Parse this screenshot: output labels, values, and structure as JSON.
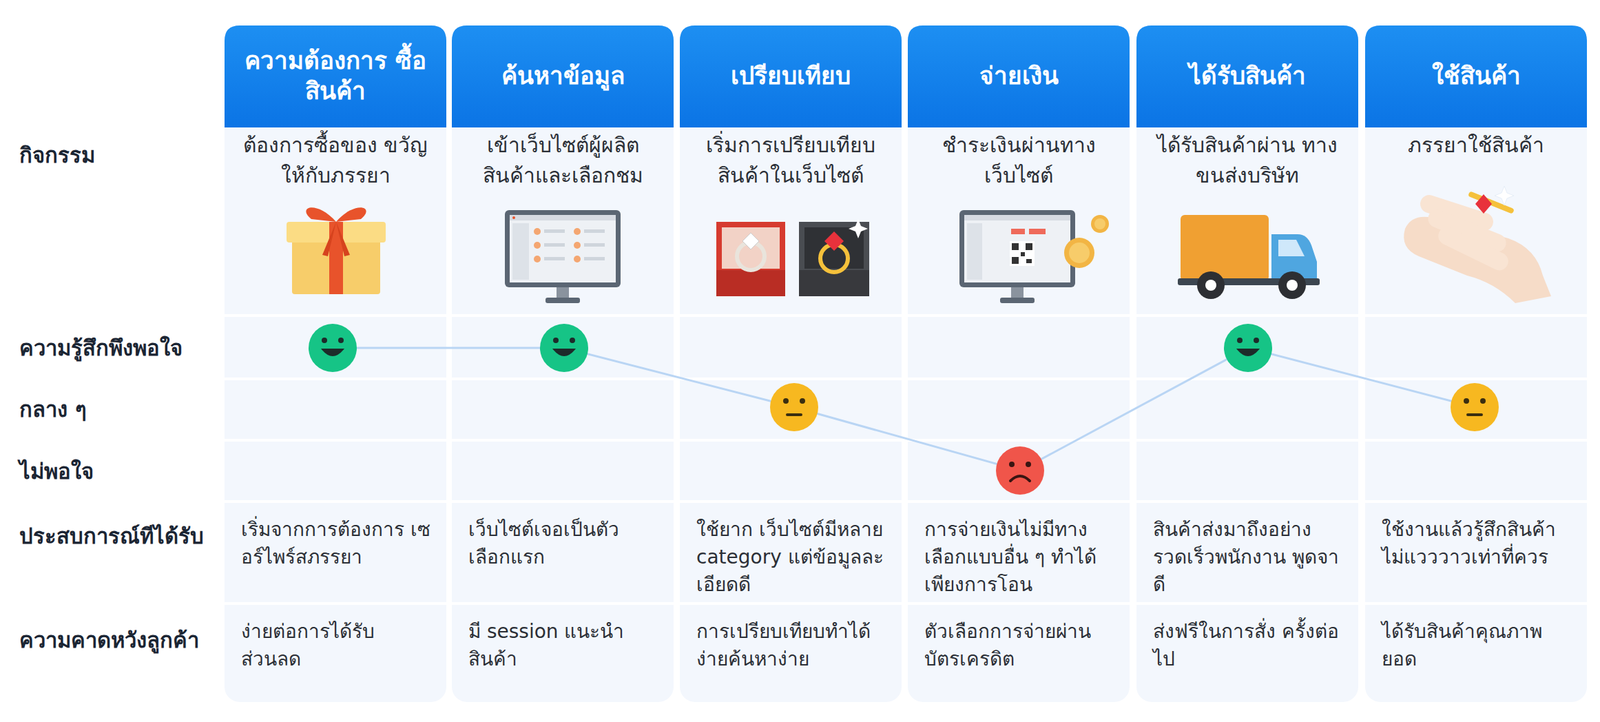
{
  "diagram": {
    "nodes": [
      {
        "text": [
          "ความต้องการ ซื้อสินค้า",
          "ต้องการซื้อของ ขวัญให้กับภรรยา",
          "เริ่มจากการต้องการ เซอร์ไพร์สภรรยา",
          "ง่ายต่อการได้รับ ส่วนลด"
        ]
      },
      {
        "text": [
          "ค้นหาข้อมูล",
          "เข้าเว็บไซต์ผู้ผลิต สินค้าและเลือกชม",
          "เว็บไซต์เจอเป็นตัว เลือกแรก",
          "มี session แนะนำสินค้า"
        ]
      },
      {
        "text": [
          "เปรียบเทียบ",
          "เริ่มการเปรียบเทียบ สินค้าในเว็บไซต์",
          "ใช้ยาก เว็บไซต์มีหลาย category แต่ข้อมูลละ เอียดดี",
          "การเปรียบเทียบทำได้ ง่ายค้นหาง่าย"
        ]
      },
      {
        "text": [
          "จ่ายเงิน",
          "ชำระเงินผ่านทาง เว็บไซต์",
          "การจ่ายเงินไม่มีทาง เลือกแบบอื่น ๆ ทำได้เพียงการโอน",
          "ตัวเลือกการจ่ายผ่าน บัตรเครดิต"
        ]
      },
      {
        "text": [
          "ได้รับสินค้า",
          "ได้รับสินค้าผ่าน ทางขนส่งบริษัท",
          "สินค้าส่งมาถึงอย่าง รวดเร็วพนักงาน พูดจาดี",
          "ส่งฟรีในการสั่ง ครั้งต่อไป"
        ]
      },
      {
        "text": [
          "ใช้สินค้า",
          "ภรรยาใช้สินค้า",
          "ใช้งานแล้วรู้สึกสินค้า ไม่แวววาวเท่าที่ควร",
          "ได้รับสินค้าคุณภาพ ยอด"
        ]
      }
    ],
    "labels": [
      "กิจกรรม",
      "ความรู้สึกพึงพอใจ",
      "กลาง ๆ",
      "ไม่พอใจ",
      "ประสบการณ์ทีได้รับ",
      "ความคาดหวังลูกค้า"
    ]
  }
}
